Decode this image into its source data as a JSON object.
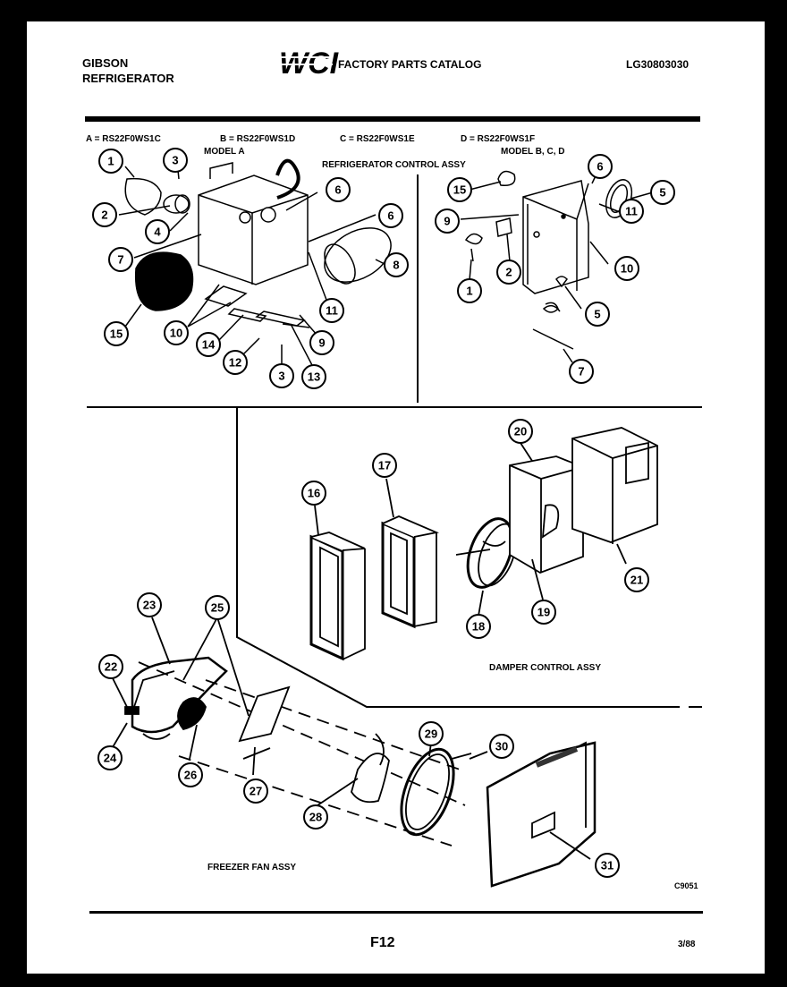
{
  "header": {
    "brand": "GIBSON",
    "product": "REFRIGERATOR",
    "logo_text": "WCI",
    "catalog_title": "FACTORY PARTS CATALOG",
    "catalog_number": "LG30803030"
  },
  "models": {
    "a": "A = RS22F0WS1C",
    "b": "B = RS22F0WS1D",
    "c": "C = RS22F0WS1E",
    "d": "D = RS22F0WS1F"
  },
  "sections": {
    "model_a": "MODEL A",
    "model_bcd": "MODEL B, C, D",
    "refrigerator_control": "REFRIGERATOR CONTROL ASSY",
    "damper_control": "DAMPER CONTROL ASSY",
    "freezer_fan": "FREEZER FAN ASSY"
  },
  "diagram_code": "C9051",
  "footer": {
    "page": "F12",
    "date": "3/88"
  },
  "callouts": {
    "left_panel": [
      "1",
      "3",
      "2",
      "4",
      "6",
      "6",
      "8",
      "7",
      "11",
      "15",
      "10",
      "14",
      "12",
      "9",
      "3",
      "13"
    ],
    "right_panel": [
      "6",
      "15",
      "5",
      "9",
      "11",
      "10",
      "2",
      "1",
      "5",
      "7"
    ],
    "damper": [
      "16",
      "17",
      "20",
      "18",
      "19",
      "21"
    ],
    "fan": [
      "23",
      "25",
      "22",
      "24",
      "26",
      "27",
      "29",
      "30",
      "28",
      "31"
    ]
  },
  "colors": {
    "paper": "#ffffff",
    "frame": "#000000",
    "ink": "#000000"
  }
}
